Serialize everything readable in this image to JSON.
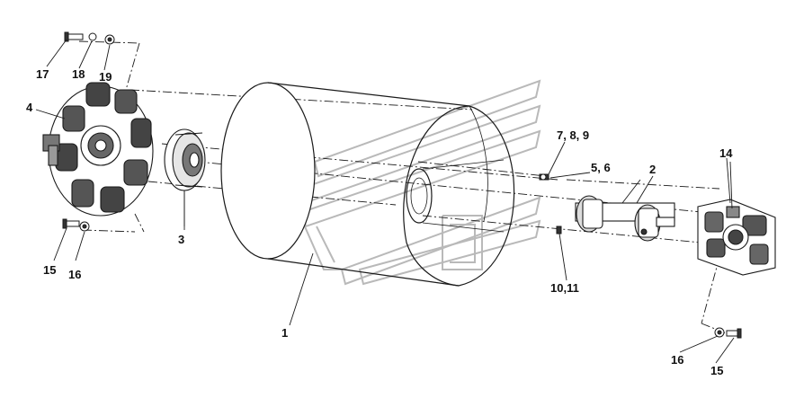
{
  "diagram": {
    "labels": {
      "part_17": "17",
      "part_18": "18",
      "part_19": "19",
      "part_4": "4",
      "part_3": "3",
      "part_15_left": "15",
      "part_16_left": "16",
      "part_1": "1",
      "part_7_8_9": "7, 8, 9",
      "part_5_6": "5, 6",
      "part_2": "2",
      "part_14": "14",
      "part_10_11": "10,11",
      "part_16_right": "16",
      "part_15_right": "15"
    },
    "colors": {
      "line": "#1a1a1a",
      "watermark": "#b9b9b9",
      "background": "#ffffff"
    }
  }
}
